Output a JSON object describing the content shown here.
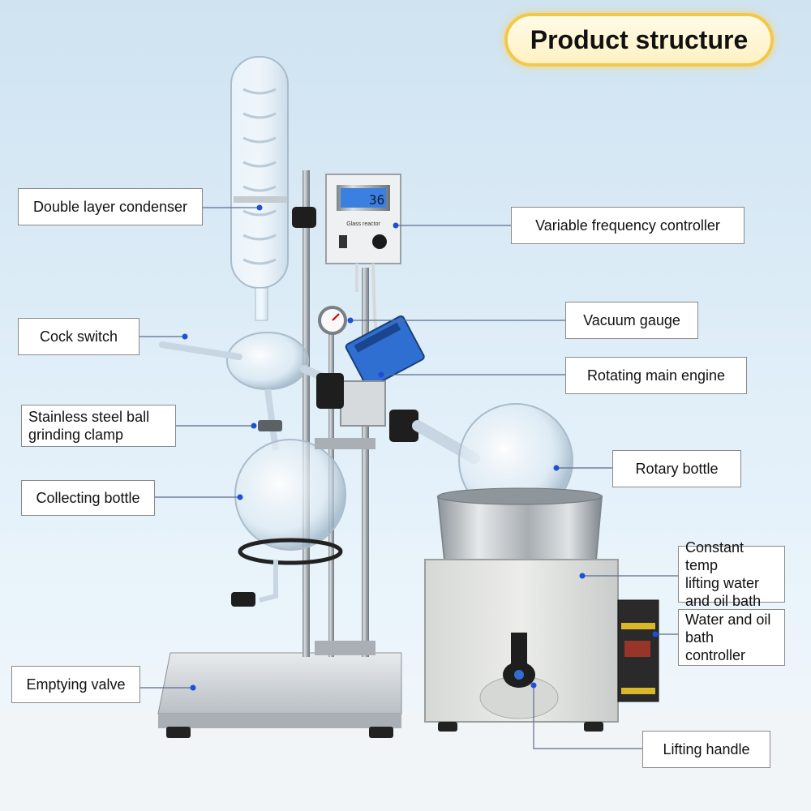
{
  "title": "Product structure",
  "display_reading": "36",
  "controller_caption": "Glass reactor",
  "colors": {
    "accent_gold": "#f3c84a",
    "leader_line": "#5a6e8c",
    "dot": "#1e4fd6",
    "lcd": "#3b7fe0"
  },
  "labels": [
    {
      "id": "double-layer-condenser",
      "text": "Double layer condenser"
    },
    {
      "id": "variable-frequency-controller",
      "text": "Variable frequency controller"
    },
    {
      "id": "cock-switch",
      "text": "Cock switch"
    },
    {
      "id": "vacuum-gauge",
      "text": "Vacuum gauge"
    },
    {
      "id": "rotating-main-engine",
      "text": "Rotating main engine"
    },
    {
      "id": "stainless-steel-clamp",
      "text": "Stainless steel ball\ngrinding clamp"
    },
    {
      "id": "rotary-bottle",
      "text": "Rotary bottle"
    },
    {
      "id": "collecting-bottle",
      "text": "Collecting bottle"
    },
    {
      "id": "constant-temp-bath",
      "text": "Constant temp\nlifting water\nand oil bath"
    },
    {
      "id": "bath-controller",
      "text": "Water and oil\nbath controller"
    },
    {
      "id": "emptying-valve",
      "text": "Emptying valve"
    },
    {
      "id": "lifting-handle",
      "text": "Lifting handle"
    }
  ]
}
